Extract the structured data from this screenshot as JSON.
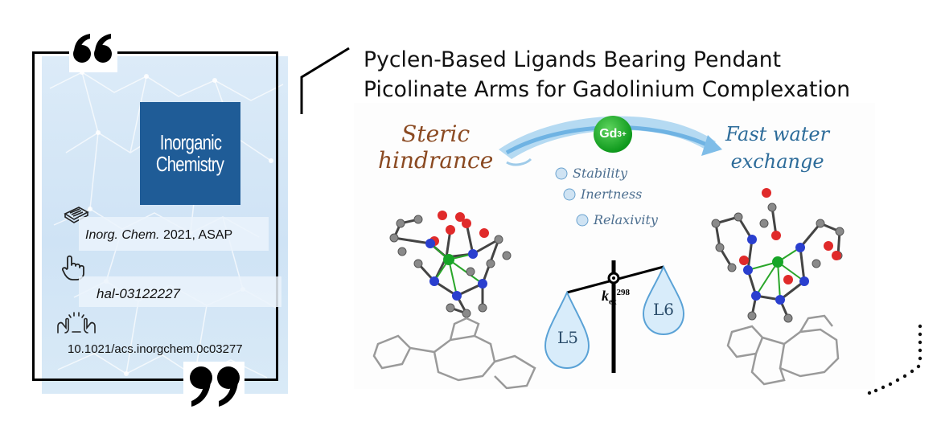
{
  "journal_logo": {
    "line1": "Inorganic",
    "line2": "Chemistry"
  },
  "citation": {
    "journal": "Inorg. Chem.",
    "year_status": "2021, ASAP"
  },
  "hal_id": "hal-03122227",
  "doi": "10.1021/acs.inorgchem.0c03277",
  "title": {
    "line1": "Pyclen-Based Ligands Bearing Pendant",
    "line2": "Picolinate Arms for Gadolinium Complexation"
  },
  "toc": {
    "steric_line1": "Steric",
    "steric_line2": "hindrance",
    "fast_line1": "Fast water",
    "fast_line2": "exchange",
    "gd_label": "Gd",
    "gd_charge": "3+",
    "properties": [
      "Stability",
      "Inertness",
      "Relaxivity"
    ],
    "kex_symbol": "k",
    "kex_sub": "ex",
    "kex_sup": "298",
    "drop_left": "L5",
    "drop_right": "L6"
  },
  "colors": {
    "logo_blue": "#1f5c97",
    "steric_brown": "#8b4a22",
    "fast_blue": "#2d6c9a",
    "gd_green": "#15a322"
  }
}
